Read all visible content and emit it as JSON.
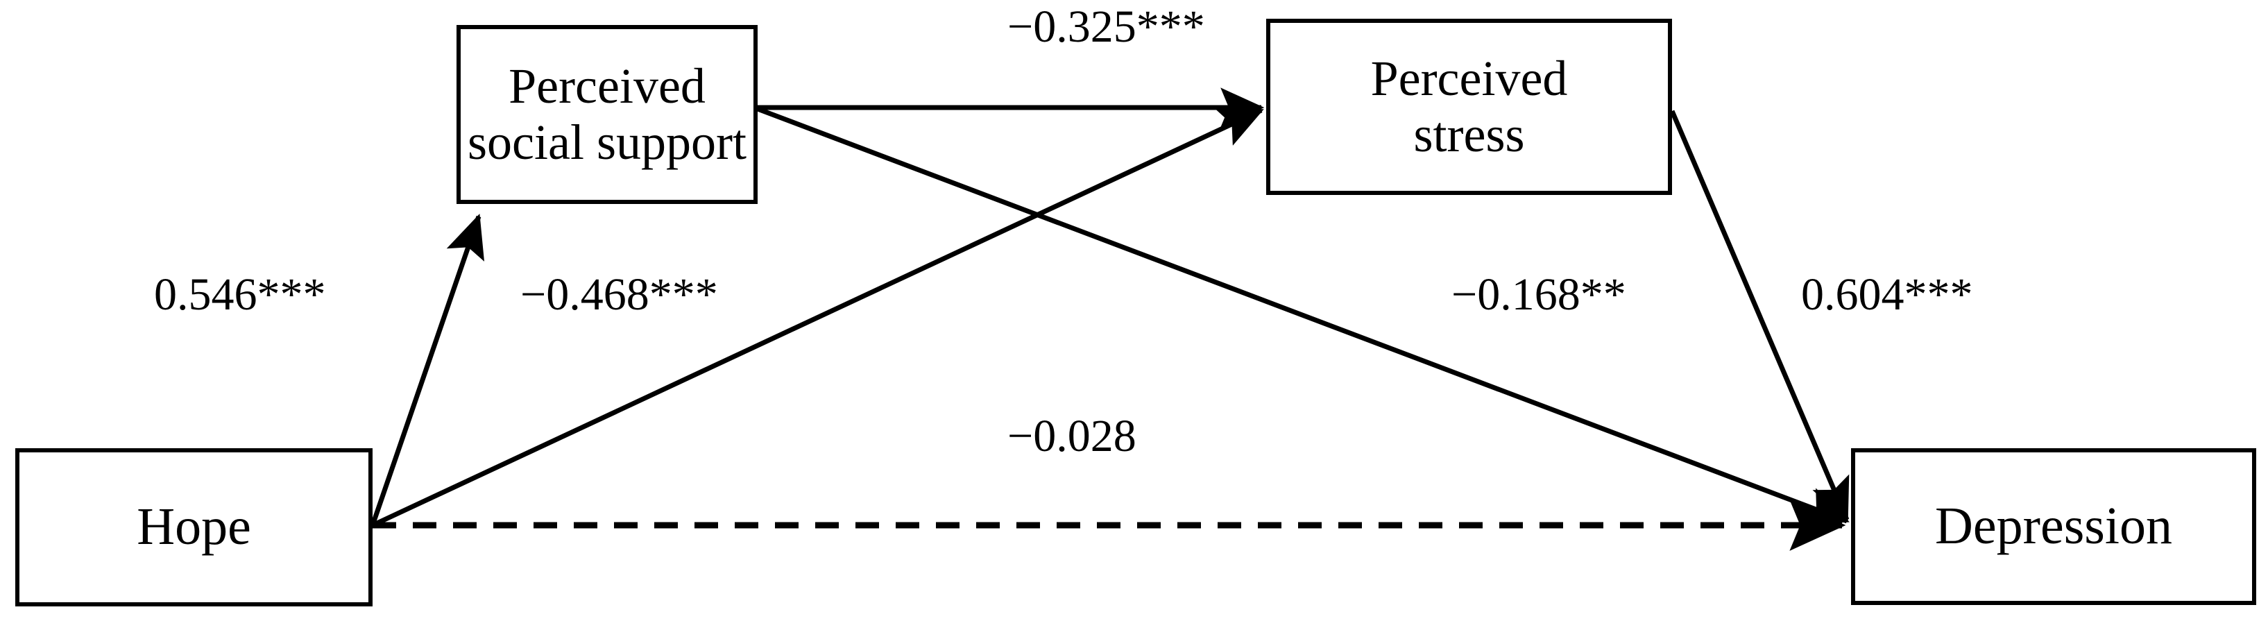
{
  "figure": {
    "type": "path-diagram",
    "description": "Structural equation / mediation path model",
    "background_color": "#FFFFFF",
    "line_color": "#000000",
    "text_color": "#000000"
  },
  "nodes": [
    {
      "id": "hope",
      "label_line1": "Hope",
      "label_line2": ""
    },
    {
      "id": "pss",
      "label_line1": "Perceived",
      "label_line2": "social support"
    },
    {
      "id": "pstress",
      "label_line1": "Perceived",
      "label_line2": "stress"
    },
    {
      "id": "depression",
      "label_line1": "Depression",
      "label_line2": ""
    }
  ],
  "edges": [
    {
      "id": "hope-pss",
      "from": "hope",
      "to": "pss",
      "coefficient": "0.546",
      "stars": "***",
      "label": "0.546***",
      "style": "solid",
      "significant": true
    },
    {
      "id": "pss-pstress",
      "from": "pss",
      "to": "pstress",
      "coefficient": "−0.325",
      "stars": "***",
      "label": "−0.325***",
      "style": "solid",
      "significant": true
    },
    {
      "id": "hope-pstress",
      "from": "hope",
      "to": "pstress",
      "coefficient": "−0.468",
      "stars": "***",
      "label": "−0.468***",
      "style": "solid",
      "significant": true
    },
    {
      "id": "pss-depression",
      "from": "pss",
      "to": "depression",
      "coefficient": "−0.168",
      "stars": "**",
      "label": "−0.168**",
      "style": "solid",
      "significant": true
    },
    {
      "id": "pstress-depression",
      "from": "pstress",
      "to": "depression",
      "coefficient": "0.604",
      "stars": "***",
      "label": "0.604***",
      "style": "solid",
      "significant": true
    },
    {
      "id": "hope-depression",
      "from": "hope",
      "to": "depression",
      "coefficient": "−0.028",
      "stars": "",
      "label": "−0.028",
      "style": "dashed",
      "significant": false
    }
  ],
  "labels": {
    "hope_pss": "0.546***",
    "pss_pstress": "−0.325***",
    "hope_pstress": "−0.468***",
    "pss_depression": "−0.168**",
    "pstress_depression": "0.604***",
    "hope_depression": "−0.028"
  },
  "node_text": {
    "hope": "Hope",
    "pss_line1": "Perceived",
    "pss_line2": "social support",
    "pstress_line1": "Perceived",
    "pstress_line2": "stress",
    "depression": "Depression"
  }
}
